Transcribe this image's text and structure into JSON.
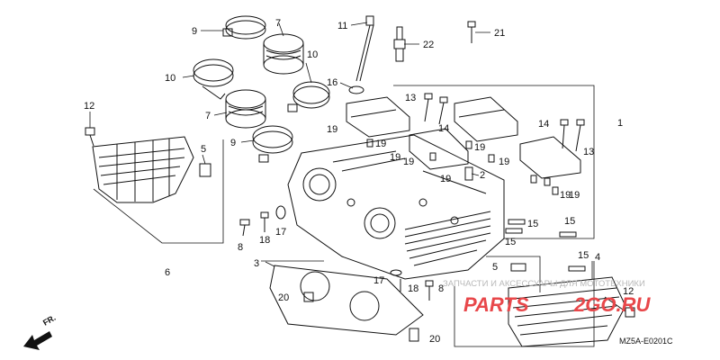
{
  "diagram": {
    "callouts": [
      "1",
      "2",
      "3",
      "4",
      "5",
      "6",
      "7",
      "8",
      "9",
      "10",
      "11",
      "12",
      "13",
      "14",
      "15",
      "16",
      "17",
      "18",
      "19",
      "20",
      "21",
      "22"
    ],
    "diagram_code": "MZ5A-E0201C",
    "direction_label": "FR."
  },
  "watermark": {
    "tagline": "ЗАПЧАСТИ И АКСЕССУАРЫ ДЛЯ МОТОТЕХНИКИ",
    "logo_left": "PARTS",
    "logo_right": "2GO.RU"
  }
}
